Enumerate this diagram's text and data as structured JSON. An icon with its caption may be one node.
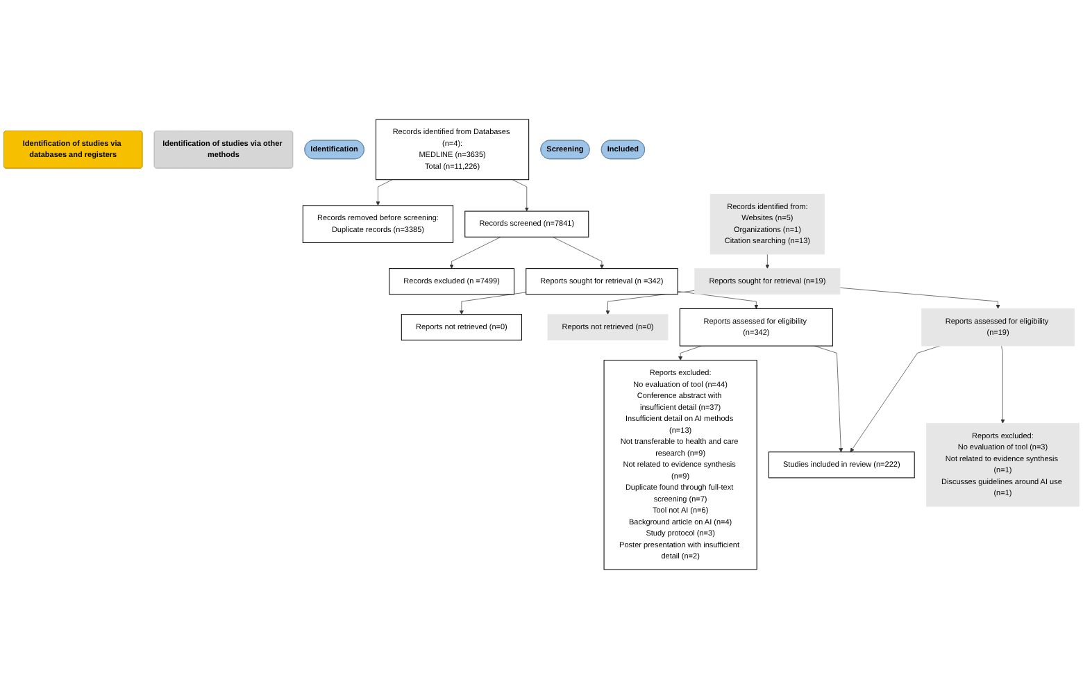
{
  "diagram": {
    "nodes": [
      {
        "text": [
          "Identification of studies via databases and registers"
        ]
      },
      {
        "text": [
          "Identification of studies via other methods"
        ]
      },
      {
        "text": [
          "Identification"
        ]
      },
      {
        "text": [
          "Records identified from Databases (n=4):",
          "MEDLINE (n=3635)",
          "Total (n=11,226)"
        ]
      },
      {
        "text": [
          "Records removed before screening:",
          "Duplicate records (n=3385)"
        ]
      },
      {
        "text": [
          "Records identified from:",
          "Websites (n=5)",
          "Organizations (n=1)",
          "Citation searching (n=13)"
        ]
      },
      {
        "text": [
          "Screening"
        ]
      },
      {
        "text": [
          "Records screened (n=7841)"
        ]
      },
      {
        "text": [
          "Records excluded (n =7499)"
        ]
      },
      {
        "text": [
          "Reports sought for retrieval (n =342)"
        ]
      },
      {
        "text": [
          "Reports not retrieved (n=0)"
        ]
      },
      {
        "text": [
          "Reports sought for retrieval (n=19)"
        ]
      },
      {
        "text": [
          "Reports not retrieved (n=0)"
        ]
      },
      {
        "text": [
          "Reports assessed for eligibility (n=342)"
        ]
      },
      {
        "text": [
          "Reports excluded:",
          "No evaluation of tool (n=44)",
          "Conference abstract with insufficient detail (n=37)",
          "Insufficient detail on AI methods (n=13)",
          "Not transferable to health and care research (n=9)",
          "Not related to evidence synthesis (n=9)",
          "Duplicate found through full-text screening (n=7)",
          "Tool not AI (n=6)",
          "Background article on AI (n=4)",
          "Study protocol (n=3)",
          "Poster presentation with insufficient detail (n=2)"
        ]
      },
      {
        "text": [
          "Reports assessed for eligibility (n=19)"
        ]
      },
      {
        "text": [
          "Reports excluded:",
          "No evaluation of tool (n=3)",
          "Not related to evidence synthesis (n=1)",
          "Discusses guidelines around AI use (n=1)"
        ]
      },
      {
        "text": [
          "Included"
        ]
      },
      {
        "text": [
          "Studies included in review (n=222)"
        ]
      }
    ],
    "edges": [
      {
        "from": 3,
        "to": 4,
        "arrow": "to"
      },
      {
        "from": 3,
        "to": 7,
        "arrow": "to"
      },
      {
        "from": 7,
        "to": 8,
        "arrow": "to"
      },
      {
        "from": 7,
        "to": 9,
        "arrow": "to"
      },
      {
        "from": 9,
        "to": 10,
        "arrow": "to"
      },
      {
        "from": 9,
        "to": 13,
        "arrow": "to"
      },
      {
        "from": 13,
        "to": 14,
        "arrow": "to"
      },
      {
        "from": 13,
        "to": 18,
        "arrow": "to"
      },
      {
        "from": 5,
        "to": 11,
        "arrow": "to"
      },
      {
        "from": 11,
        "to": 12,
        "arrow": "to"
      },
      {
        "from": 11,
        "to": 15,
        "arrow": "to"
      },
      {
        "from": 15,
        "to": 16,
        "arrow": "to"
      },
      {
        "from": 15,
        "to": 18,
        "arrow": "to"
      }
    ]
  }
}
